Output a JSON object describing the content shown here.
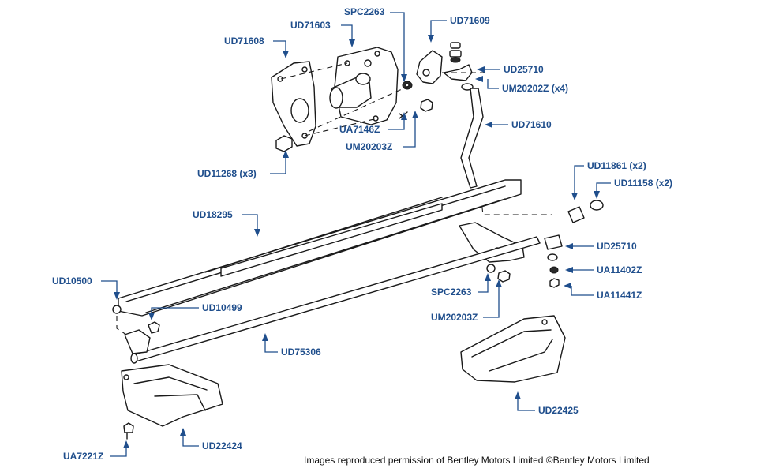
{
  "colors": {
    "callout": "#1f4e8c",
    "line_art": "#1a1a1a",
    "background": "#ffffff"
  },
  "labels": [
    {
      "id": "spc2263_top",
      "text": "SPC2263"
    },
    {
      "id": "ud71609",
      "text": "UD71609"
    },
    {
      "id": "ud71603",
      "text": "UD71603"
    },
    {
      "id": "ud71608",
      "text": "UD71608"
    },
    {
      "id": "ud25710_top",
      "text": "UD25710"
    },
    {
      "id": "um20202z",
      "text": "UM20202Z (x4)"
    },
    {
      "id": "ud71610",
      "text": "UD71610"
    },
    {
      "id": "ua7146z",
      "text": "UA7146Z"
    },
    {
      "id": "um20203z_top",
      "text": "UM20203Z"
    },
    {
      "id": "ud11268",
      "text": "UD11268 (x3)"
    },
    {
      "id": "ud11861",
      "text": "UD11861 (x2)"
    },
    {
      "id": "ud11158",
      "text": "UD11158 (x2)"
    },
    {
      "id": "ud18295",
      "text": "UD18295"
    },
    {
      "id": "ud25710_mid",
      "text": "UD25710"
    },
    {
      "id": "ud10500",
      "text": "UD10500"
    },
    {
      "id": "ua11402z",
      "text": "UA11402Z"
    },
    {
      "id": "spc2263_mid",
      "text": "SPC2263"
    },
    {
      "id": "ua11441z",
      "text": "UA11441Z"
    },
    {
      "id": "ud10499",
      "text": "UD10499"
    },
    {
      "id": "um20203z_mid",
      "text": "UM20203Z"
    },
    {
      "id": "ud75306",
      "text": "UD75306"
    },
    {
      "id": "ud22425",
      "text": "UD22425"
    },
    {
      "id": "ud22424",
      "text": "UD22424"
    },
    {
      "id": "ua7221z",
      "text": "UA7221Z"
    }
  ],
  "credit": "Images reproduced permission of Bentley Motors Limited ©Bentley Motors Limited"
}
